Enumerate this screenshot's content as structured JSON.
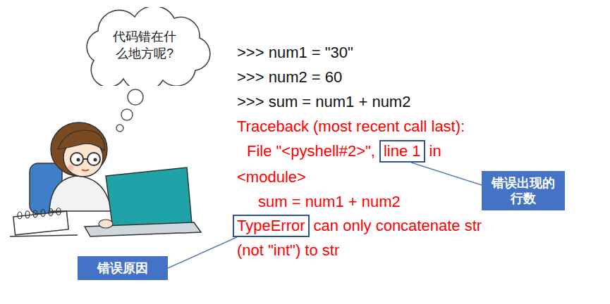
{
  "diagram": {
    "nodes": [
      {
        "text": [
          "代码错在什么地方呢?"
        ]
      },
      {
        "text": [
          "line 1"
        ]
      },
      {
        "text": [
          "错误出现的行数"
        ]
      },
      {
        "text": [
          "TypeError"
        ]
      },
      {
        "text": [
          "错误原因"
        ]
      }
    ],
    "edges": [
      {
        "from": 1,
        "to": 2,
        "arrow": "none"
      },
      {
        "from": 3,
        "to": 4,
        "arrow": "none"
      }
    ],
    "labels": [
      ">>> num1 = \"30\"",
      ">>> num2 = 60",
      ">>> sum = num1 + num2",
      "Traceback (most recent call last):",
      "File \"<pyshell#2>\",",
      "in",
      "<module>",
      "sum = num1 + num2",
      "can only concatenate str",
      "(not \"int\") to str"
    ]
  }
}
